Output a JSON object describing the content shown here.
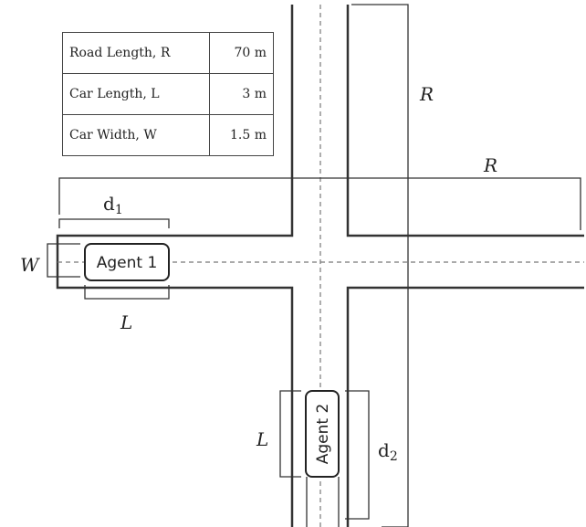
{
  "table": {
    "rows": [
      {
        "label": "Road Length, R",
        "value": "70 m"
      },
      {
        "label": "Car Length, L",
        "value": "3 m"
      },
      {
        "label": "Car Width, W",
        "value": "1.5 m"
      }
    ]
  },
  "labels": {
    "R_vertical": "R",
    "R_horizontal": "R",
    "d1": "d",
    "d1_sub": "1",
    "d2": "d",
    "d2_sub": "2",
    "W": "W",
    "L1": "L",
    "L2": "L",
    "agent1": "Agent 1",
    "agent2": "Agent 2"
  }
}
